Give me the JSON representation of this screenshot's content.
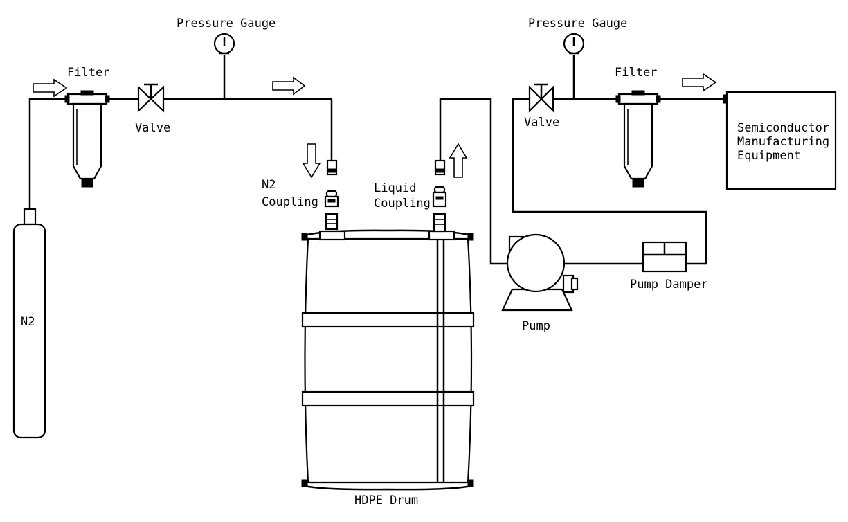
{
  "colors": {
    "line": "#000000",
    "background": "#ffffff"
  },
  "labels": {
    "pressure_gauge_left": "Pressure Gauge",
    "pressure_gauge_right": "Pressure Gauge",
    "filter_left": "Filter",
    "filter_right": "Filter",
    "valve_left": "Valve",
    "valve_right": "Valve",
    "n2_coupling_line1": "N2",
    "n2_coupling_line2": "Coupling",
    "liquid_coupling_line1": "Liquid",
    "liquid_coupling_line2": "Coupling",
    "n2_cylinder": "N2",
    "drum": "HDPE Drum",
    "pump": "Pump",
    "pump_damper": "Pump Damper",
    "equipment_line1": "Semiconductor",
    "equipment_line2": "Manufacturing",
    "equipment_line3": "Equipment"
  },
  "icons": {
    "flow_arrow": "hollow-arrow-icon",
    "gauge": "pressure-gauge-icon",
    "valve": "valve-icon",
    "filter": "filter-housing-icon",
    "coupling": "quick-coupling-icon"
  }
}
